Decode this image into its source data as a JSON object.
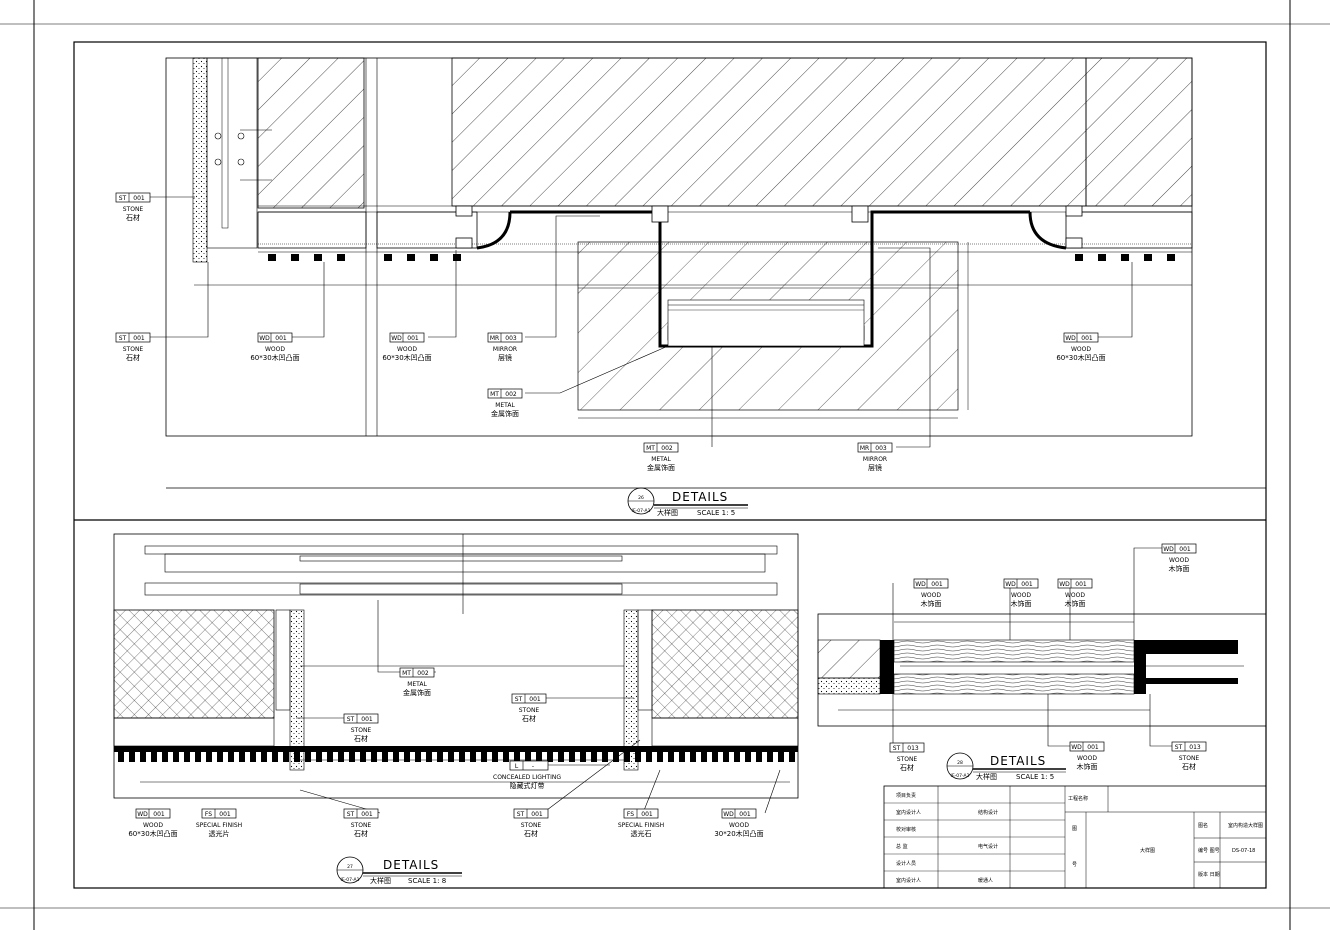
{
  "details": [
    {
      "number": "26",
      "ref": "IE-07-A1",
      "title": "DETAILS",
      "cn": "大样图",
      "scale": "SCALE 1: 5"
    },
    {
      "number": "27",
      "ref": "IE-07-A1",
      "title": "DETAILS",
      "cn": "大样图",
      "scale": "SCALE 1: 8"
    },
    {
      "number": "28",
      "ref": "IE-07-A2",
      "title": "DETAILS",
      "cn": "大样图",
      "scale": "SCALE 1: 5"
    }
  ],
  "callouts": {
    "d26": [
      {
        "code": "ST",
        "num": "001",
        "en": "STONE",
        "cn": "石材"
      },
      {
        "code": "ST",
        "num": "001",
        "en": "STONE",
        "cn": "石材"
      },
      {
        "code": "WD",
        "num": "001",
        "en": "WOOD",
        "cn": "60*30木凹凸面"
      },
      {
        "code": "WD",
        "num": "001",
        "en": "WOOD",
        "cn": "60*30木凹凸面"
      },
      {
        "code": "MR",
        "num": "003",
        "en": "MIRROR",
        "cn": "层镜"
      },
      {
        "code": "MT",
        "num": "002",
        "en": "METAL",
        "cn": "金属饰面"
      },
      {
        "code": "WD",
        "num": "001",
        "en": "WOOD",
        "cn": "60*30木凹凸面"
      },
      {
        "code": "MT",
        "num": "002",
        "en": "METAL",
        "cn": "金属饰面"
      },
      {
        "code": "MR",
        "num": "003",
        "en": "MIRROR",
        "cn": "层镜"
      }
    ],
    "d27": [
      {
        "code": "MT",
        "num": "002",
        "en": "METAL",
        "cn": "金属饰面"
      },
      {
        "code": "ST",
        "num": "001",
        "en": "STONE",
        "cn": "石材"
      },
      {
        "code": "ST",
        "num": "001",
        "en": "STONE",
        "cn": "石材"
      },
      {
        "code": "L",
        "num": "-",
        "en": "CONCEALED LIGHTING",
        "cn": "隐藏式灯带"
      },
      {
        "code": "WD",
        "num": "001",
        "en": "WOOD",
        "cn": "60*30木凹凸面"
      },
      {
        "code": "FS",
        "num": "001",
        "en": "SPECIAL FINISH",
        "cn": "透光片"
      },
      {
        "code": "ST",
        "num": "001",
        "en": "STONE",
        "cn": "石材"
      },
      {
        "code": "ST",
        "num": "001",
        "en": "STONE",
        "cn": "石材"
      },
      {
        "code": "FS",
        "num": "001",
        "en": "SPECIAL FINISH",
        "cn": "透光石"
      },
      {
        "code": "WD",
        "num": "001",
        "en": "WOOD",
        "cn": "30*20木凹凸面"
      }
    ],
    "d28": [
      {
        "code": "WD",
        "num": "001",
        "en": "WOOD",
        "cn": "木饰面"
      },
      {
        "code": "WD",
        "num": "001",
        "en": "WOOD",
        "cn": "木饰面"
      },
      {
        "code": "WD",
        "num": "001",
        "en": "WOOD",
        "cn": "木饰面"
      },
      {
        "code": "WD",
        "num": "001",
        "en": "WOOD",
        "cn": "木饰面"
      },
      {
        "code": "ST",
        "num": "013",
        "en": "STONE",
        "cn": "石材"
      },
      {
        "code": "WD",
        "num": "001",
        "en": "WOOD",
        "cn": "木饰面"
      },
      {
        "code": "ST",
        "num": "013",
        "en": "STONE",
        "cn": "石材"
      }
    ]
  },
  "titleblock": {
    "rows": [
      "项目负责",
      "室内设计人",
      "校对审核",
      "总 监",
      "设计人员",
      "室内设计人"
    ],
    "mid": [
      "结构设计",
      "电气设计",
      "暖通人"
    ],
    "col": [
      "工程名称",
      "图",
      "号"
    ],
    "center": "大样图",
    "right": [
      {
        "k": "图名",
        "v": "室内构造大样图"
      },
      {
        "k": "编号 图号",
        "v": "DS-07-18"
      },
      {
        "k": "版本 日期",
        "v": ""
      }
    ]
  },
  "colors": {
    "line": "#000000",
    "paper": "#ffffff"
  }
}
